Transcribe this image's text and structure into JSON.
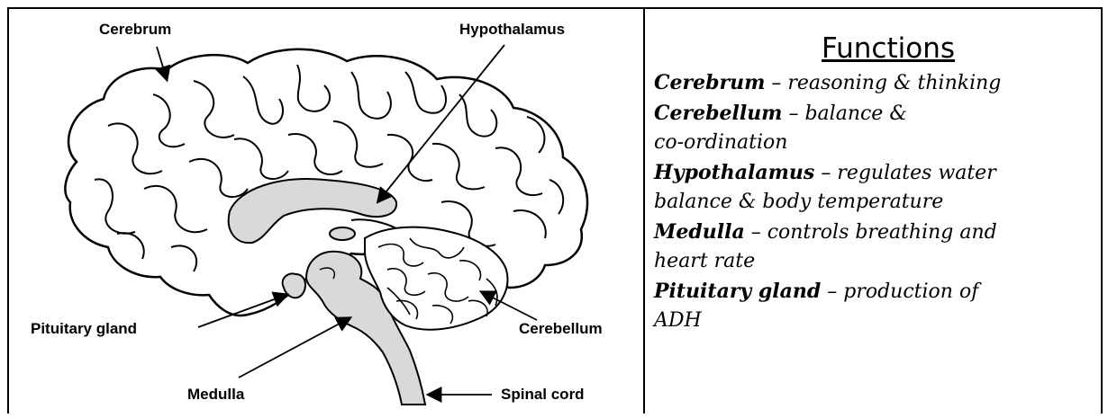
{
  "diagram": {
    "labels": {
      "cerebrum": "Cerebrum",
      "hypothalamus": "Hypothalamus",
      "pituitary": "Pituitary gland",
      "cerebellum": "Cerebellum",
      "medulla": "Medulla",
      "spinal_cord": "Spinal cord"
    }
  },
  "functions": {
    "heading": "Functions",
    "items": [
      {
        "term": "Cerebrum",
        "desc": "– reasoning & thinking"
      },
      {
        "term": "Cerebellum",
        "desc": "– balance &",
        "desc2": "co-ordination"
      },
      {
        "term": "Hypothalamus",
        "desc": "– regulates water",
        "desc2": "balance & body temperature"
      },
      {
        "term": "Medulla",
        "desc": "– controls breathing and",
        "desc2": "heart rate"
      },
      {
        "term": "Pituitary gland",
        "desc": "– production of",
        "desc2": "ADH"
      }
    ]
  }
}
